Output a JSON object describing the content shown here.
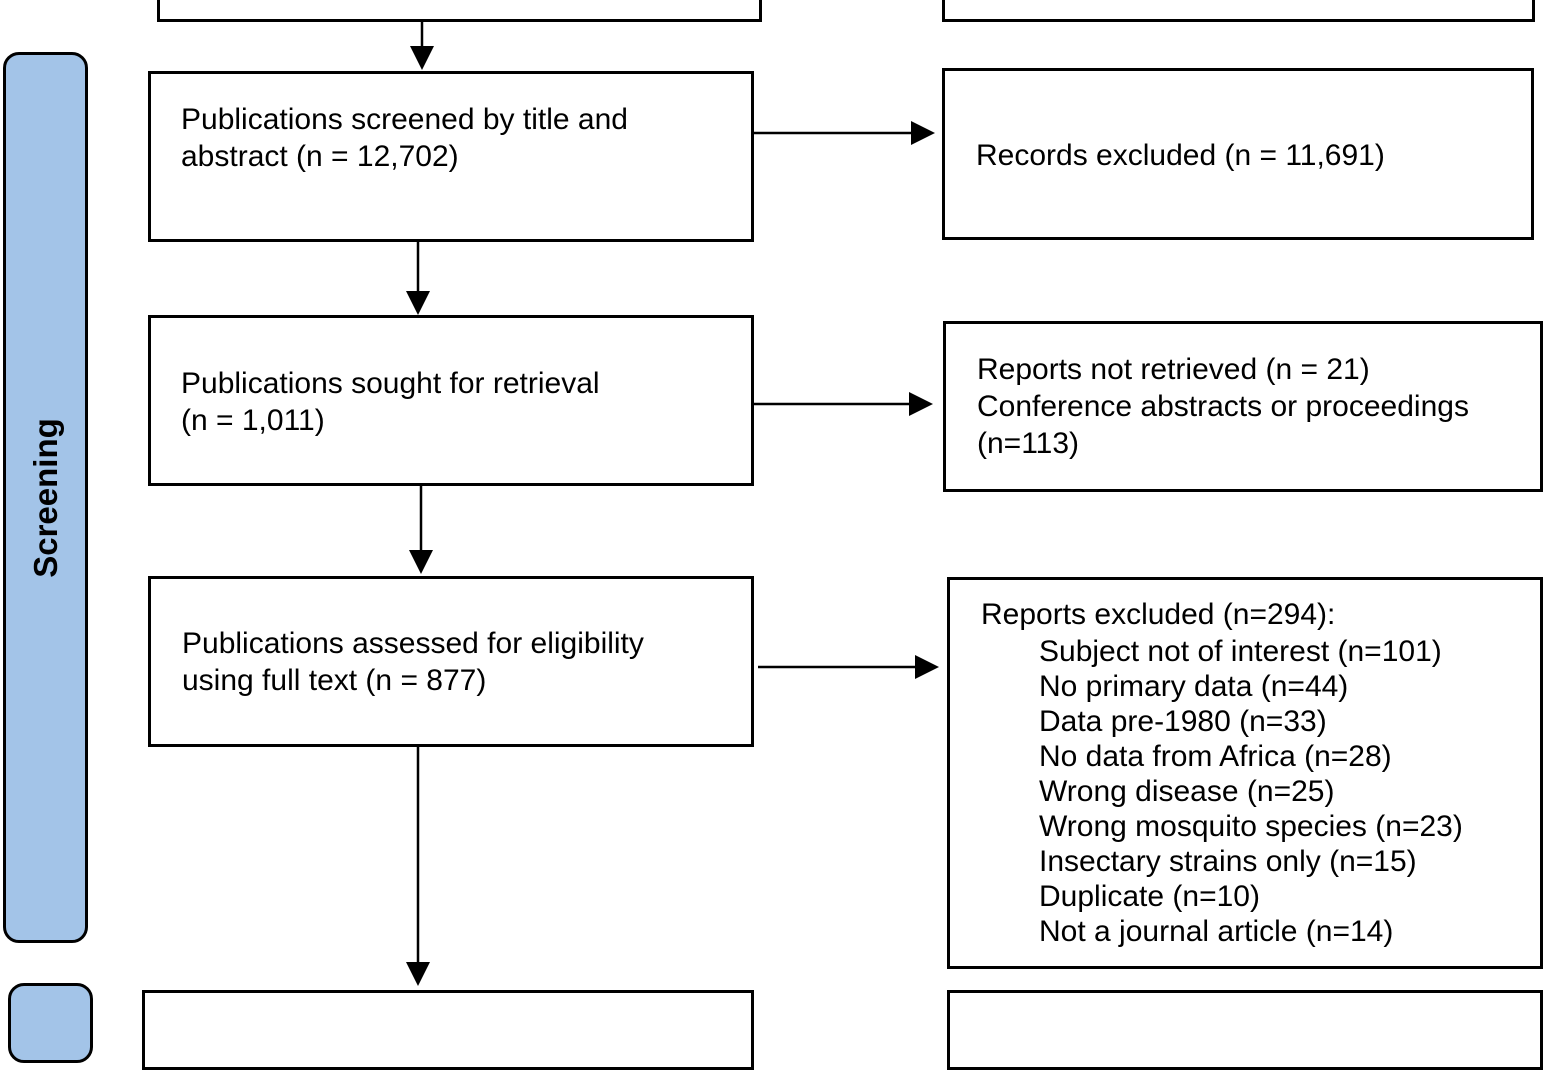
{
  "colors": {
    "sidebar_fill": "#a3c4e8",
    "stroke": "#000000",
    "box_fill": "#ffffff"
  },
  "stage": {
    "screening_label": "Screening"
  },
  "screening": {
    "title_abstract": "Publications screened by title and\nabstract (n = 12,702)",
    "records_excluded": "Records excluded (n = 11,691)",
    "sought_retrieval": "Publications sought for retrieval\n(n = 1,011)",
    "not_retrieved": "Reports not retrieved (n = 21)\nConference abstracts or proceedings\n(n=113)",
    "assessed_eligibility": "Publications assessed for eligibility\nusing full text (n = 877)",
    "reports_excluded_title": "Reports excluded (n=294):",
    "exclusion_reasons": [
      "Subject not of interest (n=101)",
      "No primary data (n=44)",
      "Data pre-1980 (n=33)",
      "No data from Africa (n=28)",
      "Wrong disease (n=25)",
      "Wrong mosquito species (n=23)",
      "Insectary strains only (n=15)",
      "Duplicate (n=10)",
      "Not a journal article (n=14)"
    ]
  }
}
